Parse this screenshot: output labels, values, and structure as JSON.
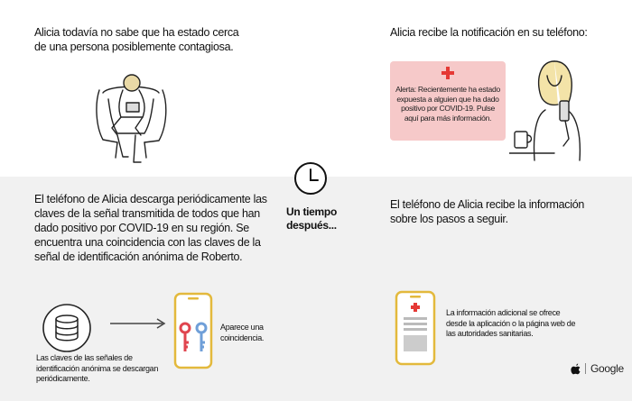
{
  "top": {
    "left_caption": "Alicia todavía no sabe que ha estado cerca\nde una persona posiblemente contagiosa.",
    "right_caption": "Alicia recibe la notificación en su teléfono:",
    "alert_text": "Alerta: Recientemente ha estado expuesta a alguien que ha dado positivo por COVID-19. Pulse aquí para más información."
  },
  "middle": {
    "clock_label": "Un tiempo después..."
  },
  "bottom": {
    "left_paragraph": "El teléfono de Alicia descarga periódicamente las claves de la señal transmitida de todos que han dado positivo por COVID-19 en su región. Se encuentra una coincidencia con las claves de la señal de identificación anónima de Roberto.",
    "right_paragraph": "El teléfono de Alicia recibe la información sobre los pasos a seguir.",
    "keys_caption": "Las claves de las señales de identificación anónima se descargan periódicamente.",
    "match_caption": "Aparece una coincidencia.",
    "info_caption": "La información adicional se ofrece desde la aplicación o la página web de las autoridades sanitarias."
  },
  "brand": {
    "apple_icon": "apple-icon",
    "google_label": "Google"
  },
  "colors": {
    "alert_bg": "#f6c9c9",
    "red_cross": "#e53935",
    "phone_border": "#e3b93c",
    "key_red": "#e0454f",
    "key_blue": "#6f9fd8"
  }
}
